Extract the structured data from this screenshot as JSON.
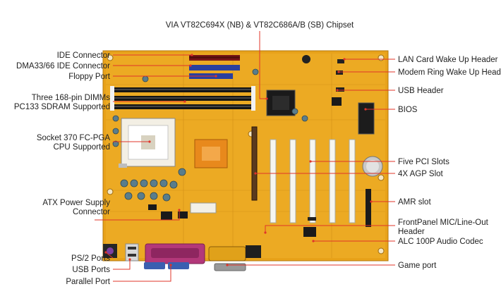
{
  "diagram": {
    "chipset_label": "VIA VT82C694X (NB) & VT82C686A/B (SB) Chipset",
    "left_labels": {
      "ide_connector": "IDE Connector",
      "dma_ide_connector": "DMA33/66 IDE Connector",
      "floppy_port": "Floppy Port",
      "dimm_line1": "Three 168-pin DIMMs",
      "dimm_line2": "PC133 SDRAM Supported",
      "socket_line1": "Socket 370 FC-PGA",
      "socket_line2": "CPU Supported",
      "atx_line1": "ATX Power Supply",
      "atx_line2": "Connector",
      "ps2_ports": "PS/2 Ports",
      "usb_ports": "USB Ports",
      "parallel_port": "Parallel Port"
    },
    "right_labels": {
      "lan_wake": "LAN Card Wake Up Header",
      "modem_wake": "Modem Ring Wake Up Header",
      "usb_header": "USB Header",
      "bios": "BIOS",
      "pci_slots": "Five PCI Slots",
      "agp_slot": "4X AGP Slot",
      "amr_slot": "AMR slot",
      "frontpanel_line1": "FrontPanel MIC/Line-Out",
      "frontpanel_line2": "Header",
      "audio_codec": "ALC 100P Audio Codec",
      "game_port": "Game port"
    },
    "colors": {
      "board": "#e8a21a",
      "leader": "#e0342a",
      "text": "#222222"
    }
  }
}
